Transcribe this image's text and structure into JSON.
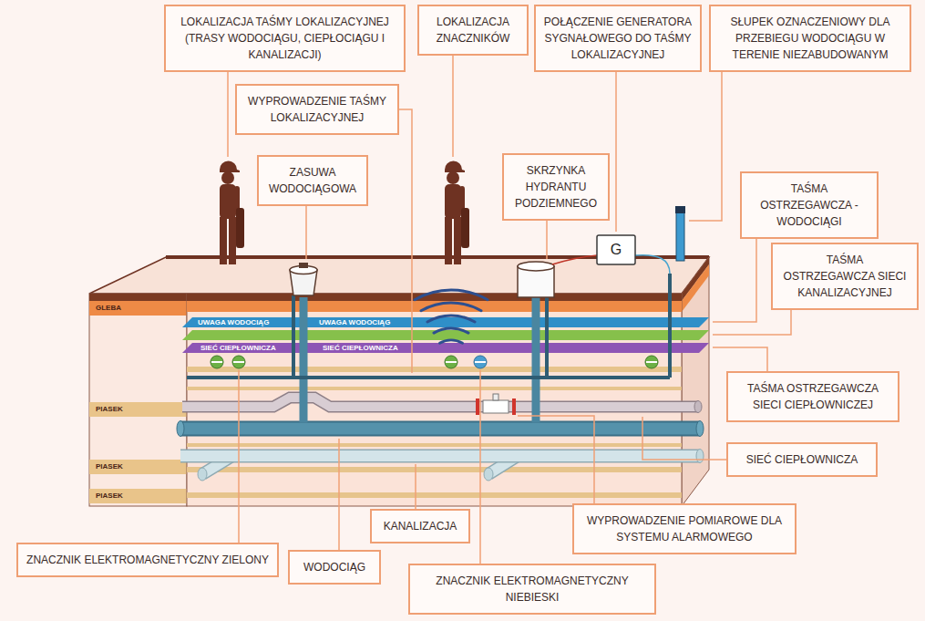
{
  "diagram": {
    "nodes": [
      {
        "text": [
          "LOKALIZACJA TAŚMY LOKALIZACYJNEJ (TRASY WODOCIĄGU, CIEPŁOCIĄGU I KANALIZACJI)"
        ]
      },
      {
        "text": [
          "LOKALIZACJA ZNACZNIKÓW"
        ]
      },
      {
        "text": [
          "WYPROWADZENIE TAŚMY LOKALIZACYJNEJ"
        ]
      },
      {
        "text": [
          "POŁĄCZENIE GENERATORA SYGNAŁOWEGO DO TAŚMY LOKALIZACYJNEJ"
        ]
      },
      {
        "text": [
          "SŁUPEK OZNACZENIOWY DLA PRZEBIEGU WODOCIĄGU W TERENIE NIEZABUDOWANYM"
        ]
      },
      {
        "text": [
          "ZASUWA WODOCIĄGOWA"
        ]
      },
      {
        "text": [
          "SKRZYNKA HYDRANTU PODZIEMNEGO"
        ]
      },
      {
        "text": [
          "TAŚMA OSTRZEGAWCZA - WODOCIĄGI"
        ]
      },
      {
        "text": [
          "TAŚMA OSTRZEGAWCZA SIECI KANALIZACYJNEJ"
        ]
      },
      {
        "text": [
          "TAŚMA OSTRZEGAWCZA SIECI CIEPŁOWNICZEJ"
        ]
      },
      {
        "text": [
          "SIEĆ CIEPŁOWNICZA"
        ]
      },
      {
        "text": [
          "ZNACZNIK ELEKTROMAGNETYCZNY ZIELONY"
        ]
      },
      {
        "text": [
          "WODOCIĄG"
        ]
      },
      {
        "text": [
          "KANALIZACJA"
        ]
      },
      {
        "text": [
          "WYPROWADZENIE POMIAROWE DLA SYSTEMU ALARMOWEGO"
        ]
      },
      {
        "text": [
          "ZNACZNIK ELEKTROMAGNETYCZNY NIEBIESKI"
        ]
      }
    ],
    "labels": [
      "GLEBA",
      "PIASEK",
      "PIASEK",
      "PIASEK",
      "UWAGA WODOCIĄG",
      "UWAGA WODOCIĄG",
      "SIEĆ CIEPŁOWNICZA",
      "SIEĆ CIEPŁOWNICZA",
      "G"
    ]
  }
}
